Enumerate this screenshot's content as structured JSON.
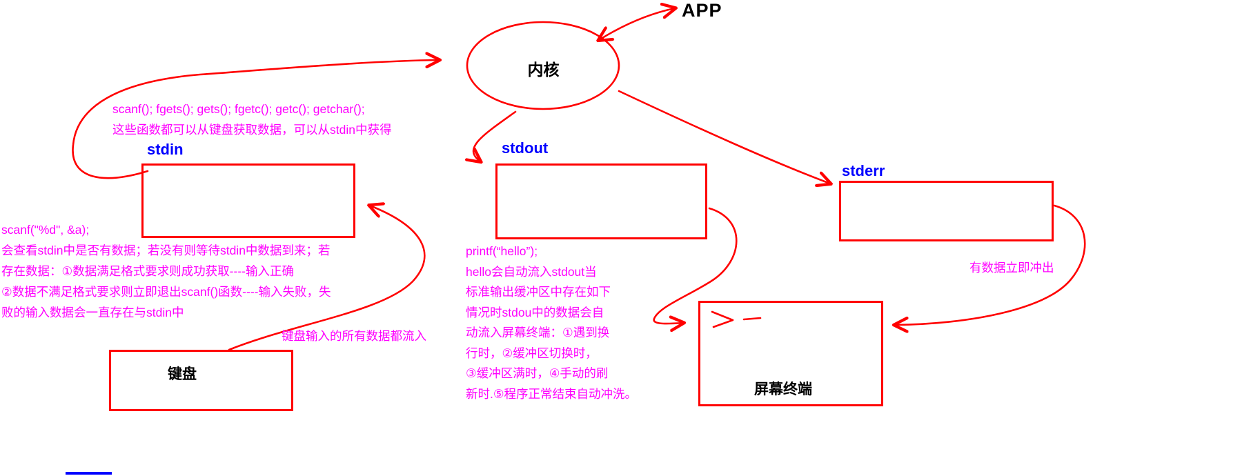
{
  "colors": {
    "stroke": "#ff0000",
    "annotation": "#ff00ff",
    "stream_label": "#0000ff",
    "text": "#000000",
    "background": "#ffffff"
  },
  "nodes": {
    "app": {
      "label": "APP"
    },
    "kernel": {
      "label": "内核"
    },
    "stdin": {
      "label": "stdin"
    },
    "stdout": {
      "label": "stdout"
    },
    "stderr": {
      "label": "stderr"
    },
    "keyboard": {
      "label": "键盘"
    },
    "terminal": {
      "label": "屏幕终端"
    }
  },
  "annotations": {
    "stdin_functions": {
      "line1": "scanf(); fgets(); gets(); fgetc(); getc(); getchar();",
      "line2": "这些函数都可以从键盘获取数据，可以从stdin中获得"
    },
    "scanf_note": {
      "lines": [
        "scanf(\"%d\", &a);",
        "会查看stdin中是否有数据；若没有则等待stdin中数据到来；若",
        "存在数据：①数据满足格式要求则成功获取----输入正确",
        "②数据不满足格式要求则立即退出scanf()函数----输入失败，失",
        "败的输入数据会一直存在与stdin中"
      ]
    },
    "keyboard_flow_note": "键盘输入的所有数据都流入",
    "printf_note": {
      "lines": [
        "printf(“hello”);",
        "hello会自动流入stdout当",
        "标准输出缓冲区中存在如下",
        "情况时stdou中的数据会自",
        "动流入屏幕终端：①遇到换",
        "行时，②缓冲区切换时，",
        "③缓冲区满时，④手动的刷",
        "新时.⑤程序正常结束自动冲洗。"
      ]
    },
    "stderr_flush_note": "有数据立即冲出"
  }
}
